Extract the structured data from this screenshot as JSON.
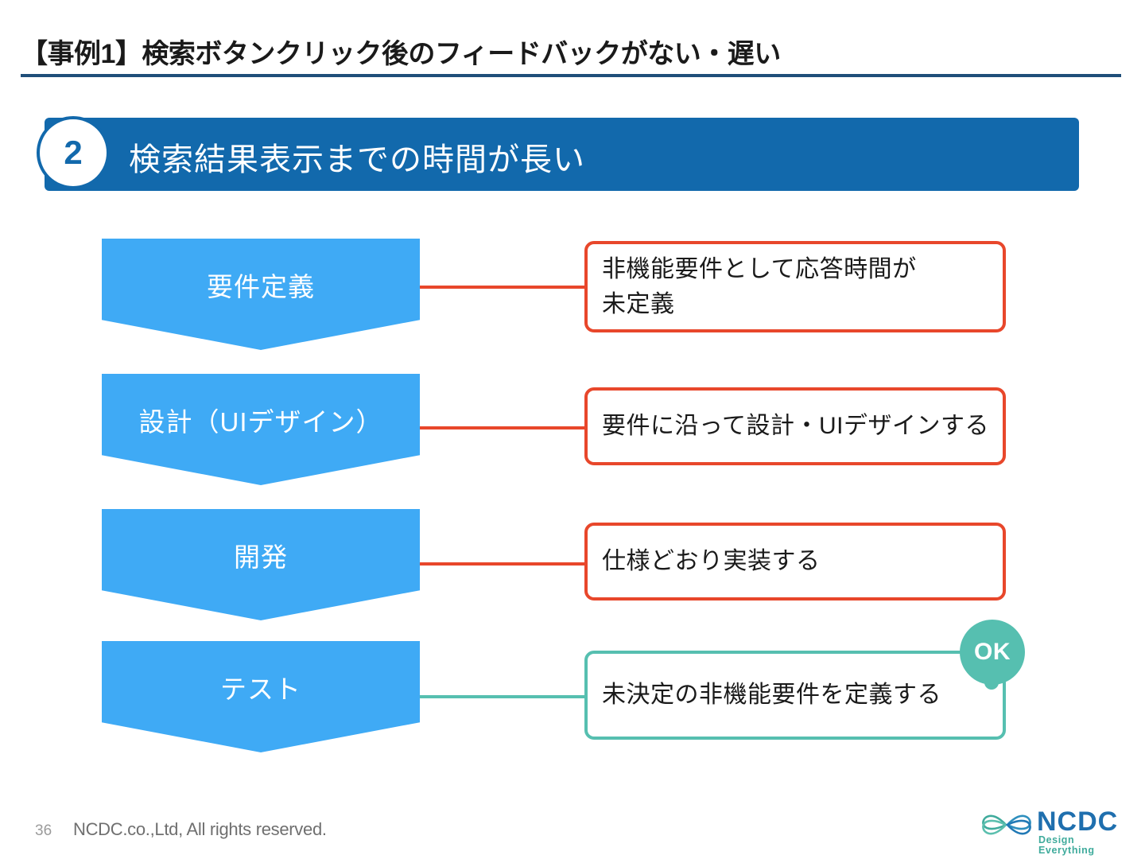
{
  "slide": {
    "title": "【事例1】検索ボタンクリック後のフィードバックがない・遅い"
  },
  "section": {
    "number": "2",
    "title": "検索結果表示までの時間が長い",
    "bar_color": "#1269ac"
  },
  "flow": {
    "chevron_color": "#3faaf5",
    "steps": [
      {
        "label": "要件定義",
        "callout_text": "非機能要件として応答時間が\n未定義",
        "accent_color": "#e8472b",
        "status": "issue"
      },
      {
        "label": "設計（UIデザイン）",
        "callout_text": "要件に沿って設計・UIデザインする",
        "accent_color": "#e8472b",
        "status": "issue"
      },
      {
        "label": "開発",
        "callout_text": "仕様どおり実装する",
        "accent_color": "#e8472b",
        "status": "issue"
      },
      {
        "label": "テスト",
        "callout_text": "未決定の非機能要件を定義する",
        "accent_color": "#56bfb0",
        "status": "ok"
      }
    ]
  },
  "badge": {
    "ok_label": "OK",
    "color": "#56bfb0"
  },
  "footer": {
    "page_number": "36",
    "copyright": "NCDC.co.,Ltd, All rights reserved."
  },
  "logo": {
    "wordmark": "NCDC",
    "tagline": "Design Everything",
    "wordmark_color": "#1f6fae",
    "tagline_color": "#3fab9c"
  }
}
